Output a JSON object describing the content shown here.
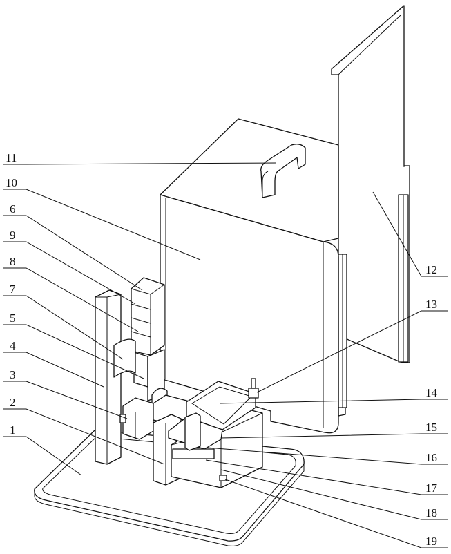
{
  "labels": [
    {
      "id": "1",
      "text": "1"
    },
    {
      "id": "2",
      "text": "2"
    },
    {
      "id": "3",
      "text": "3"
    },
    {
      "id": "4",
      "text": "4"
    },
    {
      "id": "5",
      "text": "5"
    },
    {
      "id": "7",
      "text": "7"
    },
    {
      "id": "8",
      "text": "8"
    },
    {
      "id": "9",
      "text": "9"
    },
    {
      "id": "6",
      "text": "6"
    },
    {
      "id": "10",
      "text": "10"
    },
    {
      "id": "11",
      "text": "11"
    },
    {
      "id": "12",
      "text": "12"
    },
    {
      "id": "13",
      "text": "13"
    },
    {
      "id": "14",
      "text": "14"
    },
    {
      "id": "15",
      "text": "15"
    },
    {
      "id": "16",
      "text": "16"
    },
    {
      "id": "17",
      "text": "17"
    },
    {
      "id": "18",
      "text": "18"
    },
    {
      "id": "19",
      "text": "19"
    }
  ]
}
